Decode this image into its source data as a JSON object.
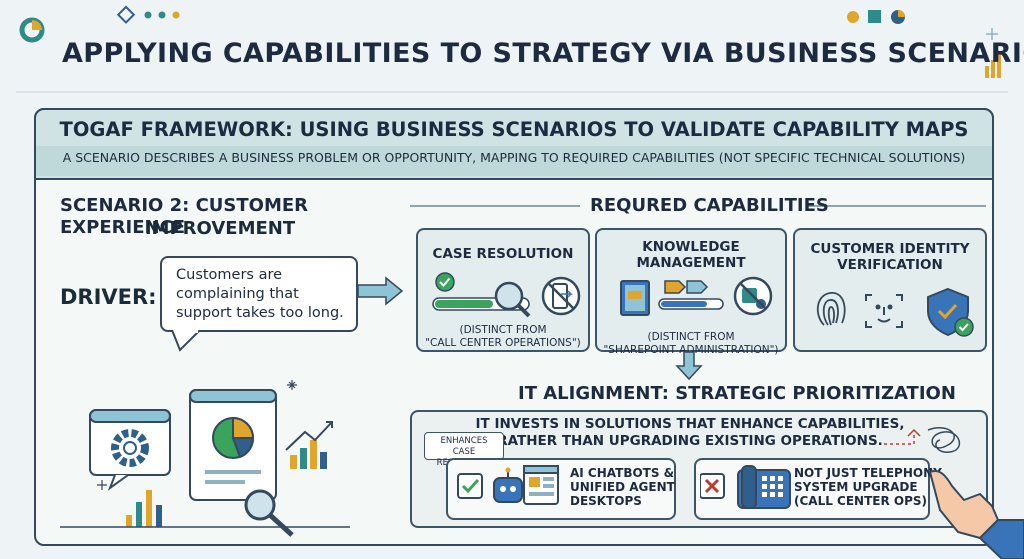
{
  "title": "APPLYING CAPABILITIES TO STRATEGY VIA BUSINESS SCENARIOS",
  "framework": {
    "title": "TOGAF FRAMEWORK: USING BUSINESS SCENARIOS TO VALIDATE CAPABILITY MAPS",
    "subtitle": "A SCENARIO DESCRIBES A BUSINESS PROBLEM OR OPPORTUNITY, MAPPING TO REQUIRED CAPABILITIES (NOT SPECIFIC TECHNICAL SOLUTIONS)"
  },
  "scenario": {
    "line1": "SCENARIO 2: CUSTOMER EXPERIENCE",
    "line2": "IMPROVEMENT",
    "driver_label": "DRIVER:",
    "driver_text": "Customers are complaining that support takes too long."
  },
  "required": {
    "heading": "REQURED CAPABILITIES",
    "cards": [
      {
        "title": "CASE RESOLUTION",
        "note1": "(DISTINCT FROM",
        "note2": "\"CALL CENTER OPERATIONS\")"
      },
      {
        "title1": "KNOWLEDGE",
        "title2": "MANAGEMENT",
        "note1": "(DISTINCT FROM",
        "note2": "\"SHAREPOINT ADMINISTRATION\")"
      },
      {
        "title1": "CUSTOMER IDENTITY",
        "title2": "VERIFICATION"
      }
    ]
  },
  "alignment": {
    "heading": "IT ALIGNMENT: STRATEGIC PRIORITIZATION",
    "text1": "IT INVESTS IN SOLUTIONS THAT ENHANCE CAPABILITIES,",
    "text2": "RATHER THAN UPGRADING EXISTING OPERATIONS.",
    "tag1": "ENHANCES",
    "tag2": "CASE RESOLUTION",
    "good1": "AI CHATBOTS &",
    "good2": "UNIFIED AGENT",
    "good3": "DESKTOPS",
    "bad1": "NOT JUST TELEPHONY",
    "bad2": "SYSTEM UPGRADE",
    "bad3": "(CALL CENTER OPS)"
  },
  "colors": {
    "accent": "#2f8a8a",
    "green": "#3aa35c",
    "red": "#c0392b",
    "blue": "#3a74b8"
  }
}
